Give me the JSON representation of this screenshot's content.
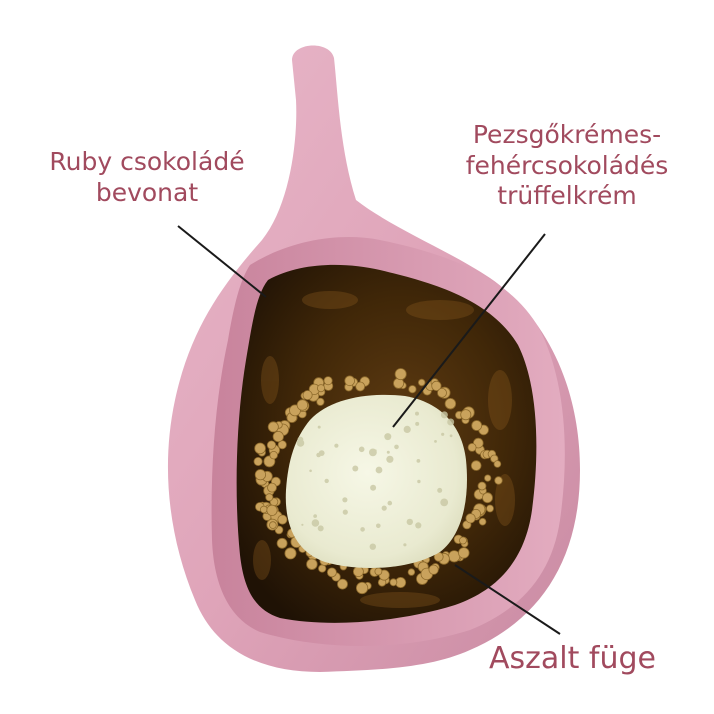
{
  "labels": {
    "coating": [
      "Ruby csokoládé",
      "bevonat"
    ],
    "truffle": [
      "Pezsgőkrémes-",
      "fehércsokoládés",
      "trüffelkrém"
    ],
    "fig": "Aszalt füge"
  },
  "colors": {
    "label_text": "#a14a5e",
    "leader_line": "#1a1a1a",
    "ruby_coating": "#dfa4b9",
    "fig_flesh": "#3a240c",
    "truffle_cream": "#efefd8",
    "crispy_pearls": "#c9a25c"
  }
}
